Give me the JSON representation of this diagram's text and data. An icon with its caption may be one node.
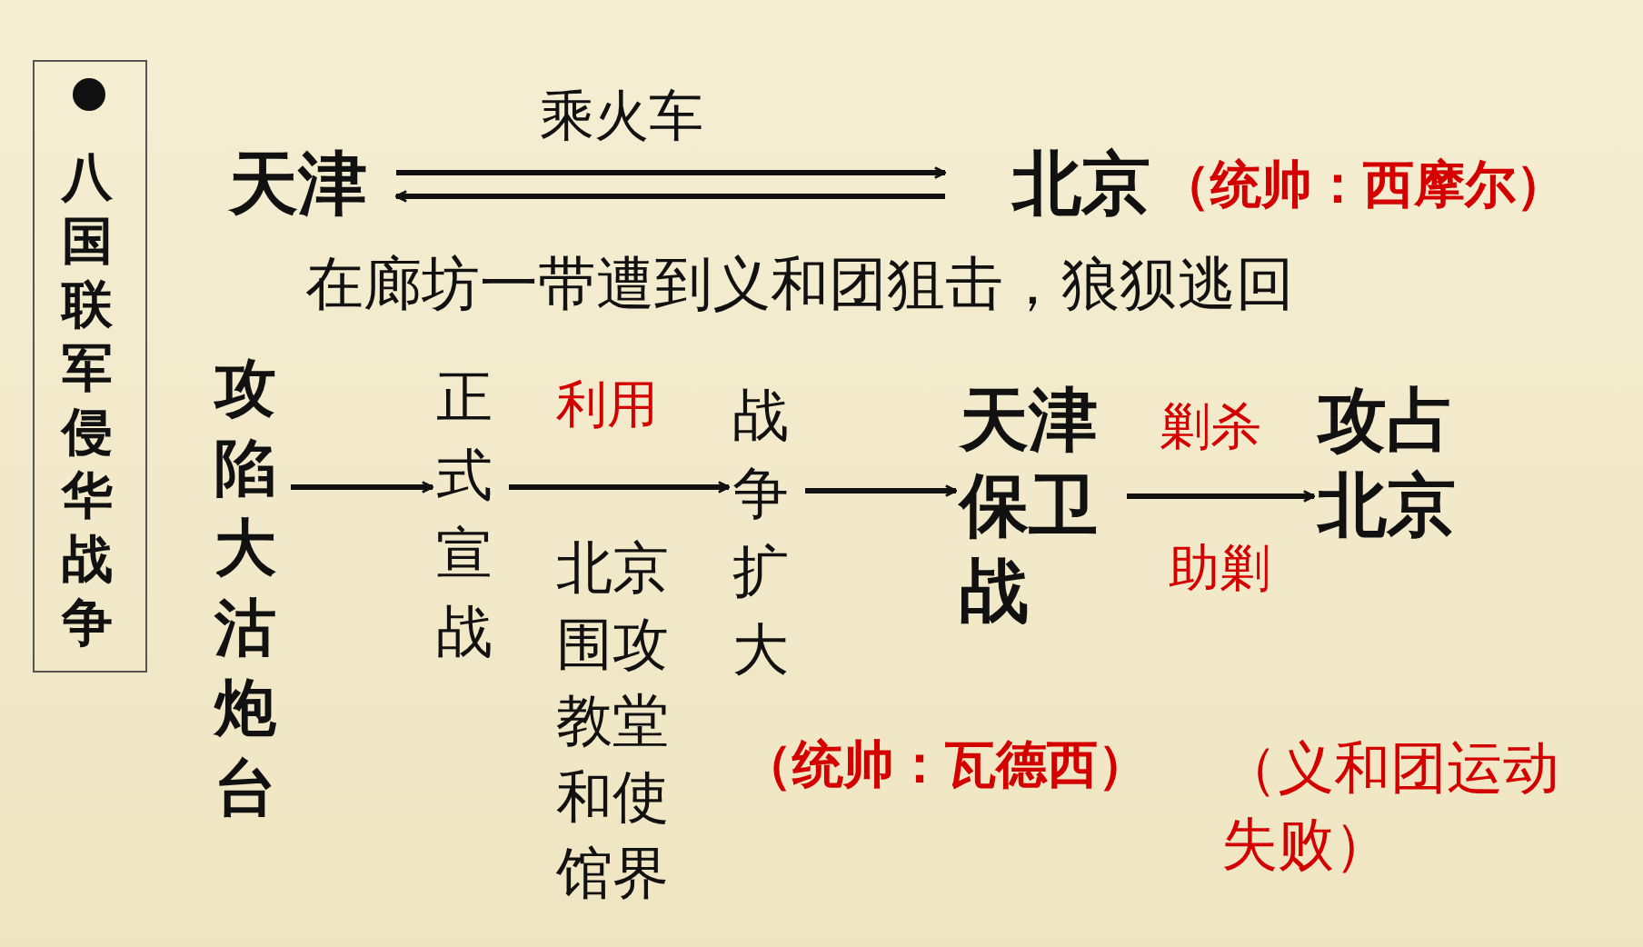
{
  "diagram": {
    "nodes": [
      {
        "text": [
          "八国联军侵华战争"
        ]
      },
      {
        "text": [
          "天津"
        ]
      },
      {
        "text": [
          "北京"
        ],
        "beside": [
          "（统帅：西摩尔）"
        ]
      },
      {
        "text": [
          "攻陷大沽炮台"
        ]
      },
      {
        "text": [
          "正式宣战"
        ]
      },
      {
        "text": [
          "战争扩大"
        ]
      },
      {
        "text": [
          "天津保卫战"
        ]
      },
      {
        "text": [
          "攻占北京"
        ]
      }
    ],
    "edges": [
      {
        "from": 1,
        "to": 2,
        "arrow": "to",
        "label": "乘火车"
      },
      {
        "from": 2,
        "to": 1,
        "arrow": "to"
      },
      {
        "from": 3,
        "to": 4,
        "arrow": "to"
      },
      {
        "from": 4,
        "to": 5,
        "arrow": "to",
        "label": "利用"
      },
      {
        "from": 5,
        "to": 6,
        "arrow": "to"
      },
      {
        "from": 6,
        "to": 7,
        "arrow": "to",
        "label": "剿杀"
      }
    ],
    "labels": [
      "在廊坊一带遭到义和团狙击，狼狈逃回",
      "北京围攻教堂和使馆界",
      "助剿",
      "（统帅：瓦德西）",
      "（义和团运动失败）"
    ]
  }
}
